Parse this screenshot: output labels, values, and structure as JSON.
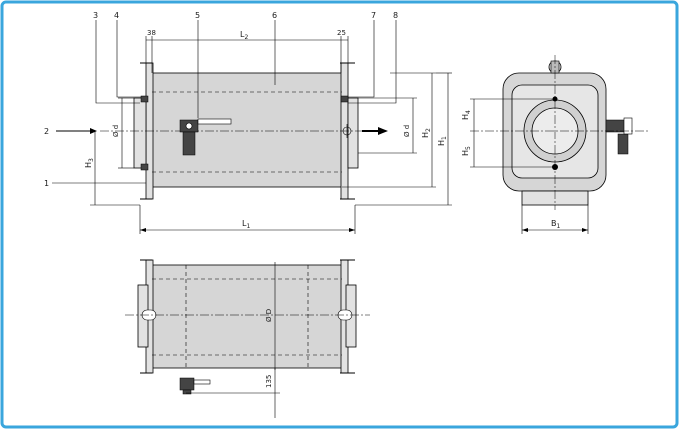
{
  "colors": {
    "frame_border": "#3aa6dd",
    "body_fill": "#d6d6d6",
    "flange_fill": "#e2e2e2",
    "line": "#000000"
  },
  "callouts": {
    "c1": "1",
    "c2": "2",
    "c3": "3",
    "c4": "4",
    "c5": "5",
    "c6": "6",
    "c7": "7",
    "c8": "8"
  },
  "dimensions": {
    "d38": "38",
    "L2": "L",
    "L2_sub": "2",
    "d25": "25",
    "phi_d_left": "Ø d",
    "phi_d_right": "Ø d",
    "H2": "H",
    "H2_sub": "2",
    "H1": "H",
    "H1_sub": "1",
    "H3": "H",
    "H3_sub": "3",
    "L1": "L",
    "L1_sub": "1",
    "H4": "H",
    "H4_sub": "4",
    "H5": "H",
    "H5_sub": "5",
    "B1": "B",
    "B1_sub": "1",
    "phi_D": "Ø D",
    "d135": "135"
  }
}
